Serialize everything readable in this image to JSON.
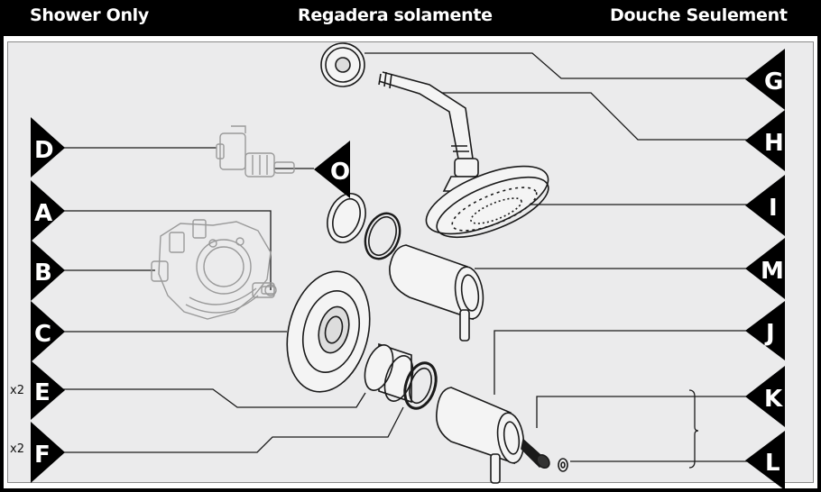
{
  "header": {
    "english": "Shower Only",
    "spanish": "Regadera solamente",
    "french": "Douche Seulement"
  },
  "labels_left": [
    {
      "id": "D",
      "letter": "D"
    },
    {
      "id": "A",
      "letter": "A"
    },
    {
      "id": "B",
      "letter": "B"
    },
    {
      "id": "C",
      "letter": "C"
    },
    {
      "id": "E",
      "letter": "E",
      "qty": "x2"
    },
    {
      "id": "F",
      "letter": "F",
      "qty": "x2"
    }
  ],
  "labels_right": [
    {
      "id": "G",
      "letter": "G"
    },
    {
      "id": "H",
      "letter": "H"
    },
    {
      "id": "I",
      "letter": "I"
    },
    {
      "id": "M",
      "letter": "M"
    },
    {
      "id": "J",
      "letter": "J"
    },
    {
      "id": "K",
      "letter": "K"
    },
    {
      "id": "L",
      "letter": "L"
    }
  ],
  "label_center": {
    "id": "O",
    "letter": "O"
  },
  "colors": {
    "background": "#ebebec",
    "frame": "#000000",
    "line": "#1a1a1a",
    "ghost_part": "#9a9a9a"
  }
}
